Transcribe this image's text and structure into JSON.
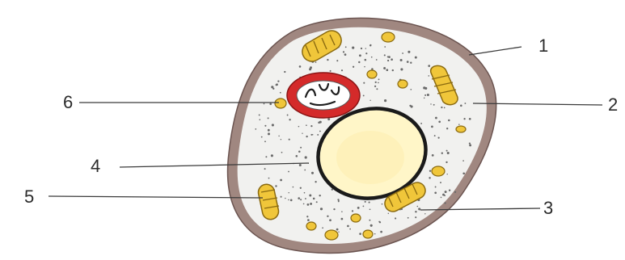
{
  "labels": [
    "1",
    "2",
    "3",
    "4",
    "5",
    "6"
  ],
  "colors": {
    "membrane": "#a08780",
    "cytoplasm": "#f1f1ef",
    "organelle_yellow": "#f0c63a",
    "organelle_stroke": "#8a6a10",
    "nucleus_fill": "#fff6c8",
    "nucleus_border": "#1a1a1a",
    "red_organelle": "#d42a2a",
    "leader_line": "#3a3a3a"
  }
}
